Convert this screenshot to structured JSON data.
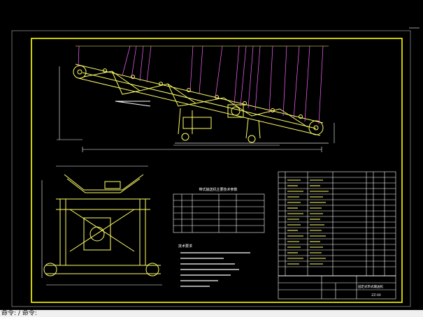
{
  "command": {
    "prompt_text": "命令: / 命令:"
  },
  "colors": {
    "background": "#000000",
    "border": "#ffff00",
    "structure": "#ffff66",
    "dimension": "#ffffff",
    "leader": "#ff66ff",
    "table_line": "#ffffff",
    "cmd_bg": "#f0f0f0"
  },
  "drawing": {
    "title_block_text": "固定式带式输送机",
    "drawing_no": "ZZ-00",
    "notes_title": "技术要求",
    "spec_title": "带式输送机主要技术参数"
  },
  "icons": {
    "cursor": "crosshair-icon"
  }
}
